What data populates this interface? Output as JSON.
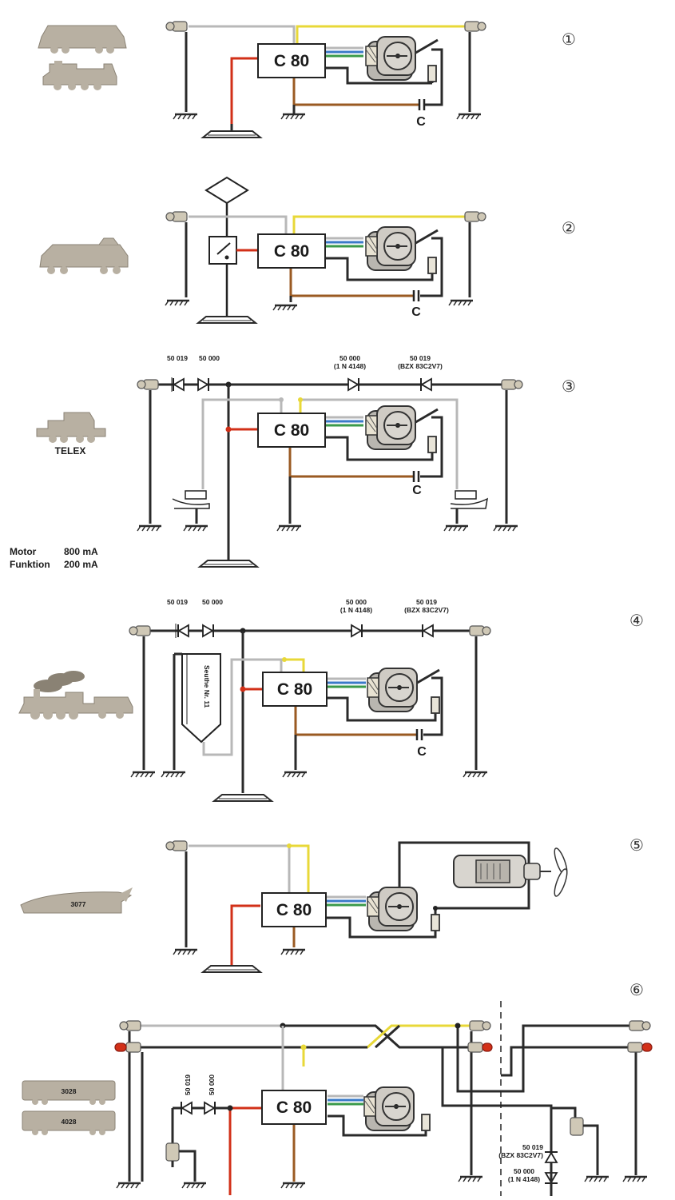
{
  "decoder_label": "C 80",
  "capacitor_label": "C",
  "diagrams": [
    {
      "number": "①"
    },
    {
      "number": "②"
    },
    {
      "number": "③",
      "loco_label": "TELEX",
      "diodes": [
        "50 019",
        "50 000",
        "50 000",
        "50 019"
      ],
      "diode_sub": [
        "(1 N 4148)",
        "(BZX 83C2V7)"
      ],
      "currents": {
        "motor_label": "Motor",
        "motor_value": "800 mA",
        "function_label": "Funktion",
        "function_value": "200 mA"
      }
    },
    {
      "number": "④",
      "diodes": [
        "50 019",
        "50 000",
        "50 000",
        "50 019"
      ],
      "diode_sub": [
        "(1 N 4148)",
        "(BZX 83C2V7)"
      ],
      "smoke_label": "Seuthe Nr. 11"
    },
    {
      "number": "⑤",
      "loco_number": "3077"
    },
    {
      "number": "⑥",
      "car_numbers": [
        "3028",
        "4028"
      ],
      "diodes": [
        "50 019",
        "50 000"
      ],
      "diode_right": [
        "50 019",
        "(BZX 83C2V7)",
        "50 000",
        "(1 N 4148)"
      ]
    }
  ]
}
